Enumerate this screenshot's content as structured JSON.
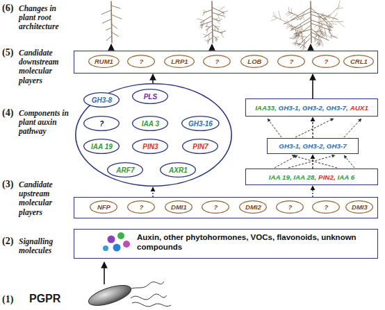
{
  "diagram": {
    "nodes": [
      {
        "text": []
      },
      {
        "text": [
          "RUM1"
        ],
        "in": 0
      },
      {
        "text": [
          "?"
        ],
        "in": 0
      },
      {
        "text": [
          "LRP1"
        ],
        "in": 0
      },
      {
        "text": [
          "?"
        ],
        "in": 0
      },
      {
        "text": [
          "LOB"
        ],
        "in": 0
      },
      {
        "text": [
          "?"
        ],
        "in": 0
      },
      {
        "text": [
          "?"
        ],
        "in": 0
      },
      {
        "text": [
          "CRL1"
        ],
        "in": 0
      },
      {
        "text": []
      },
      {
        "text": [
          "GH3-8"
        ],
        "in": 9
      },
      {
        "text": [
          "PLS"
        ],
        "in": 9
      },
      {
        "text": [
          "?"
        ],
        "in": 9
      },
      {
        "text": [
          "IAA 3"
        ],
        "in": 9
      },
      {
        "text": [
          "GH3-16"
        ],
        "in": 9
      },
      {
        "text": [
          "IAA 19"
        ],
        "in": 9
      },
      {
        "text": [
          "PIN3"
        ],
        "in": 9
      },
      {
        "text": [
          "PIN7"
        ],
        "in": 9
      },
      {
        "text": [
          "ARF7"
        ],
        "in": 9
      },
      {
        "text": [
          "AXR1"
        ],
        "in": 9
      },
      {
        "text": [
          "IAA33,",
          "GH3-1, GH3-2, GH3-7,",
          "AUX1"
        ]
      },
      {
        "text": [
          "GH3-1, GH3-2, GH3-7"
        ]
      },
      {
        "text": [
          "IAA 19, IAA 28,",
          "PIN2,",
          "IAA 6"
        ]
      },
      {
        "text": []
      },
      {
        "text": [
          "NFP"
        ],
        "in": 23
      },
      {
        "text": [
          "?"
        ],
        "in": 23
      },
      {
        "text": [
          "DMI1"
        ],
        "in": 23
      },
      {
        "text": [
          "?"
        ],
        "in": 23
      },
      {
        "text": [
          "DMI2"
        ],
        "in": 23
      },
      {
        "text": [
          "?"
        ],
        "in": 23
      },
      {
        "text": [
          "?"
        ],
        "in": 23
      },
      {
        "text": [
          "DMI3"
        ],
        "in": 23
      },
      {
        "text": [
          "Auxin, other phytohormones, VOCs, flavonoids, unknown compounds"
        ]
      }
    ],
    "edges": [
      {
        "from": 23,
        "to": 9,
        "arrow": "to"
      },
      {
        "from": 23,
        "to": 22,
        "arrow": "to"
      },
      {
        "from": 22,
        "to": 21,
        "arrow": "to"
      },
      {
        "from": 21,
        "to": 20,
        "arrow": "to"
      },
      {
        "from": 9,
        "to": 0,
        "arrow": "to"
      },
      {
        "from": 20,
        "to": 0,
        "arrow": "to"
      }
    ],
    "labels": [
      "(6)",
      "Changes in plant root architecture",
      "(5)",
      "Candidate downstream molecular players",
      "(4)",
      "Components in plant auxin pathway",
      "(3)",
      "Candidate upstream molecular players",
      "(2)",
      "Signalling molecules",
      "(1)",
      "PGPR"
    ]
  }
}
